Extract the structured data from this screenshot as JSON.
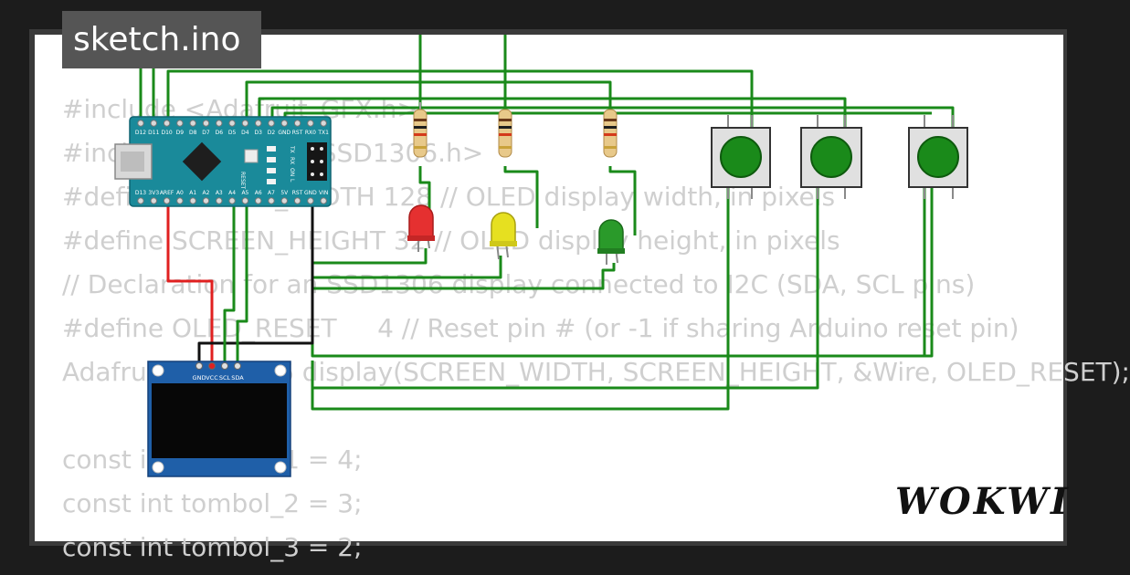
{
  "title": "sketch.ino",
  "brand": "WOKWI",
  "code_lines": [
    "#include <Adafruit_GFX.h>",
    "#include <Adafruit_SSD1306.h>",
    "#define SCREEN_WIDTH 128 // OLED display width, in pixels",
    "#define SCREEN_HEIGHT 32 // OLED display height, in pixels",
    "// Declaration for an SSD1306 display connected to I2C (SDA, SCL pins)",
    "#define OLED_RESET     4 // Reset pin # (or -1 if sharing Arduino reset pin)",
    "Adafruit_SSD1306 display(SCREEN_WIDTH, SCREEN_HEIGHT, &Wire, OLED_RESET);",
    "",
    "const int tombol_1 = 4;",
    "const int tombol_2 = 3;",
    "const int tombol_3 = 2;"
  ],
  "arduino": {
    "top_pins": [
      "D12",
      "D11",
      "D10",
      "D9",
      "D8",
      "D7",
      "D6",
      "D5",
      "D4",
      "D3",
      "D2",
      "GND",
      "RST",
      "RX0",
      "TX1"
    ],
    "bottom_pins": [
      "D13",
      "3V3",
      "AREF",
      "A0",
      "A1",
      "A2",
      "A3",
      "A4",
      "A5",
      "A6",
      "A7",
      "5V",
      "RST",
      "GND",
      "VIN"
    ],
    "labels": [
      "RESET",
      "TX",
      "RX",
      "ON",
      "L"
    ]
  },
  "oled": {
    "pins": [
      "GND",
      "VCC",
      "SCL",
      "SDA"
    ]
  },
  "colors": {
    "wire_green": "#1a8a1a",
    "wire_red": "#e02020",
    "wire_black": "#111111",
    "board_blue": "#1a8a9a",
    "oled_blue": "#1f5fa8",
    "led_red": "#e53030",
    "led_yellow": "#e6e020",
    "led_green": "#2a9a2a",
    "button_green": "#1a8a1a"
  }
}
